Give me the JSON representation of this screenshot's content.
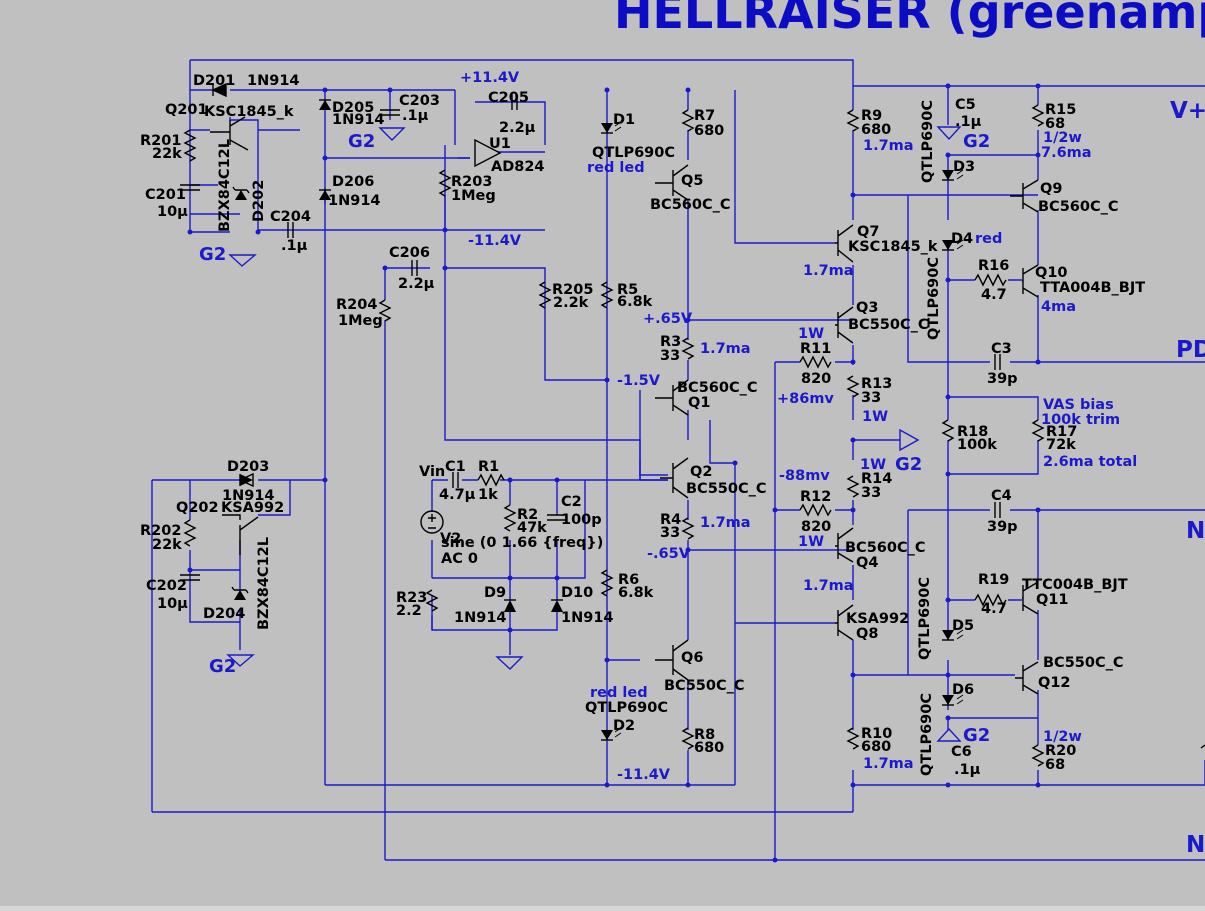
{
  "title": "HELLRAISER (greenamp",
  "rails": {
    "pos": "+11.4V",
    "neg": "-11.4V",
    "neg_bottom": "-11.4V"
  },
  "ports": {
    "vplus": "V+",
    "pd": "PD",
    "n1": "N",
    "n2": "N"
  },
  "ground_label": "G2",
  "components": {
    "D201": {
      "ref": "D201",
      "value": "1N914"
    },
    "Q201": {
      "ref": "Q201",
      "value": "KSC1845_k"
    },
    "R201": {
      "ref": "R201",
      "value": "22k"
    },
    "C201": {
      "ref": "C201",
      "value": "10µ"
    },
    "D202": {
      "ref": "D202",
      "value": "BZX84C12L"
    },
    "D205": {
      "ref": "D205",
      "value": "1N914"
    },
    "C203": {
      "ref": "C203",
      "value": ".1µ"
    },
    "D206": {
      "ref": "D206",
      "value": "1N914"
    },
    "C204": {
      "ref": "C204",
      "value": ".1µ"
    },
    "C205": {
      "ref": "C205",
      "value": "2.2µ"
    },
    "U1": {
      "ref": "U1",
      "value": "AD824"
    },
    "R203": {
      "ref": "R203",
      "value": "1Meg"
    },
    "C206": {
      "ref": "C206",
      "value": "2.2µ"
    },
    "R204": {
      "ref": "R204",
      "value": "1Meg"
    },
    "R205": {
      "ref": "R205",
      "value": "2.2k"
    },
    "D1": {
      "ref": "D1",
      "value": "QTLP690C",
      "note": "red led"
    },
    "R7": {
      "ref": "R7",
      "value": "680"
    },
    "Q5": {
      "ref": "Q5",
      "value": "BC560C_C"
    },
    "R5": {
      "ref": "R5",
      "value": "6.8k"
    },
    "R3": {
      "ref": "R3",
      "value": "33",
      "note": "1.7ma"
    },
    "Q1": {
      "ref": "Q1",
      "value": "BC560C_C"
    },
    "Q2": {
      "ref": "Q2",
      "value": "BC550C_C"
    },
    "R4": {
      "ref": "R4",
      "value": "33",
      "note": "1.7ma"
    },
    "R6": {
      "ref": "R6",
      "value": "6.8k"
    },
    "Q6": {
      "ref": "Q6",
      "value": "BC550C_C"
    },
    "D2": {
      "ref": "D2",
      "value": "QTLP690C",
      "note": "red led"
    },
    "R8": {
      "ref": "R8",
      "value": "680"
    },
    "D203": {
      "ref": "D203",
      "value": "1N914"
    },
    "Q202": {
      "ref": "Q202",
      "value": "KSA992"
    },
    "R202": {
      "ref": "R202",
      "value": "22k"
    },
    "C202": {
      "ref": "C202",
      "value": "10µ"
    },
    "D204": {
      "ref": "D204",
      "value": "BZX84C12L"
    },
    "C1": {
      "ref": "C1",
      "value": "4.7µ"
    },
    "R1": {
      "ref": "R1",
      "value": "1k"
    },
    "R2": {
      "ref": "R2",
      "value": "47k"
    },
    "C2": {
      "ref": "C2",
      "value": "100p"
    },
    "V2": {
      "ref": "V2",
      "net": "Vin",
      "spec1": "sine (0 1.66 {freq})",
      "spec2": "AC 0"
    },
    "R23": {
      "ref": "R23",
      "value": "2.2"
    },
    "D9": {
      "ref": "D9",
      "value": "1N914"
    },
    "D10": {
      "ref": "D10",
      "value": "1N914"
    },
    "R9": {
      "ref": "R9",
      "value": "680",
      "note": "1.7ma"
    },
    "C5": {
      "ref": "C5",
      "value": ".1µ"
    },
    "QTLP_top": {
      "value": "QTLP690C"
    },
    "R15": {
      "ref": "R15",
      "value": "68",
      "note1": "1/2w",
      "note2": "7.6ma"
    },
    "D3": {
      "ref": "D3"
    },
    "Q9": {
      "ref": "Q9",
      "value": "BC560C_C"
    },
    "Q7": {
      "ref": "Q7",
      "value": "KSC1845_k",
      "note": "1.7ma"
    },
    "D4": {
      "ref": "D4",
      "note": "red"
    },
    "QTLP_mid": {
      "value": "QTLP690C"
    },
    "R16": {
      "ref": "R16",
      "value": "4.7"
    },
    "Q10": {
      "ref": "Q10",
      "value": "TTA004B_BJT",
      "note": "4ma"
    },
    "Q3": {
      "ref": "Q3",
      "value": "BC550C_C"
    },
    "R11": {
      "ref": "R11",
      "value": "820",
      "note": "1W"
    },
    "C3": {
      "ref": "C3",
      "value": "39p"
    },
    "R13": {
      "ref": "R13",
      "value": "33",
      "note": "1W"
    },
    "R18": {
      "ref": "R18",
      "value": "100k"
    },
    "R17": {
      "ref": "R17",
      "value": "72k",
      "note1": "VAS bias",
      "note2": "100k trim",
      "note3": "2.6ma total"
    },
    "R14": {
      "ref": "R14",
      "value": "33",
      "note": "1W"
    },
    "R12": {
      "ref": "R12",
      "value": "820",
      "note": "1W"
    },
    "C4": {
      "ref": "C4",
      "value": "39p"
    },
    "Q4": {
      "ref": "Q4",
      "value": "BC560C_C",
      "note": "1.7ma"
    },
    "R19": {
      "ref": "R19",
      "value": "4.7"
    },
    "Q11": {
      "ref": "Q11",
      "value": "TTC004B_BJT"
    },
    "Q8": {
      "ref": "Q8",
      "value": "KSA992"
    },
    "D5": {
      "ref": "D5"
    },
    "QTLP_bot": {
      "value": "QTLP690C"
    },
    "Q12": {
      "ref": "Q12",
      "value": "BC550C_C"
    },
    "D6": {
      "ref": "D6"
    },
    "QTLP_bot2": {
      "value": "QTLP690C"
    },
    "R10": {
      "ref": "R10",
      "value": "680",
      "note": "1.7ma"
    },
    "C6": {
      "ref": "C6",
      "value": ".1µ"
    },
    "R20": {
      "ref": "R20",
      "value": "68",
      "note": "1/2w"
    }
  },
  "nodes": {
    "p065": "+.65V",
    "m15": "-1.5V",
    "m065": "-.65V",
    "p86": "+86mv",
    "m88": "-88mv"
  }
}
